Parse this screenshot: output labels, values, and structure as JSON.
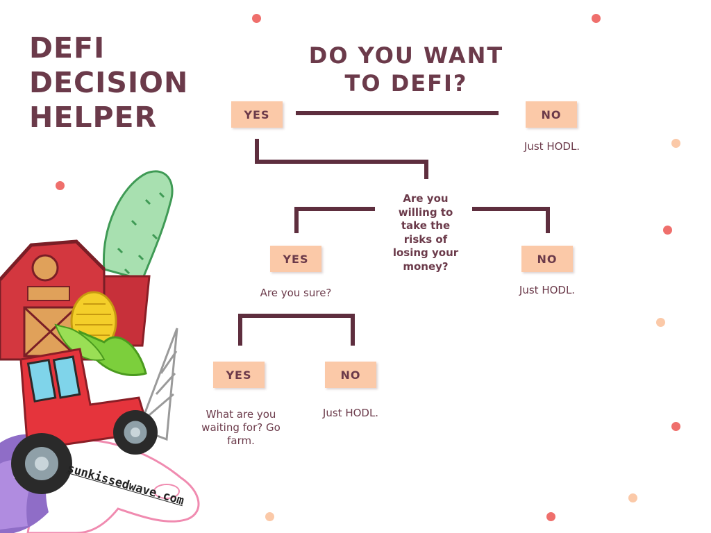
{
  "title_lines": [
    "DEFI",
    "DECISION",
    "HELPER"
  ],
  "question_1_lines": [
    "DO YOU WANT",
    "TO DEFI?"
  ],
  "q1": {
    "yes_label": "YES",
    "no_label": "NO",
    "no_note": "Just HODL."
  },
  "question_2_lines": [
    "Are you",
    "willing to",
    "take the",
    "risks of",
    "losing your",
    "money?"
  ],
  "q2": {
    "yes_label": "YES",
    "yes_note": "Are you sure?",
    "no_label": "NO",
    "no_note": "Just HODL."
  },
  "q3": {
    "yes_label": "YES",
    "yes_note_lines": [
      "What are you",
      "waiting for? Go",
      "farm."
    ],
    "no_label": "NO",
    "no_note": "Just HODL."
  },
  "watermark": "sunkissedwave.com",
  "colors": {
    "text": "#6b3a4a",
    "box": "#fbc9a8",
    "connector": "#5e2e3e",
    "dot_red": "#ef6f6c",
    "dot_peach": "#fbc9a8"
  }
}
